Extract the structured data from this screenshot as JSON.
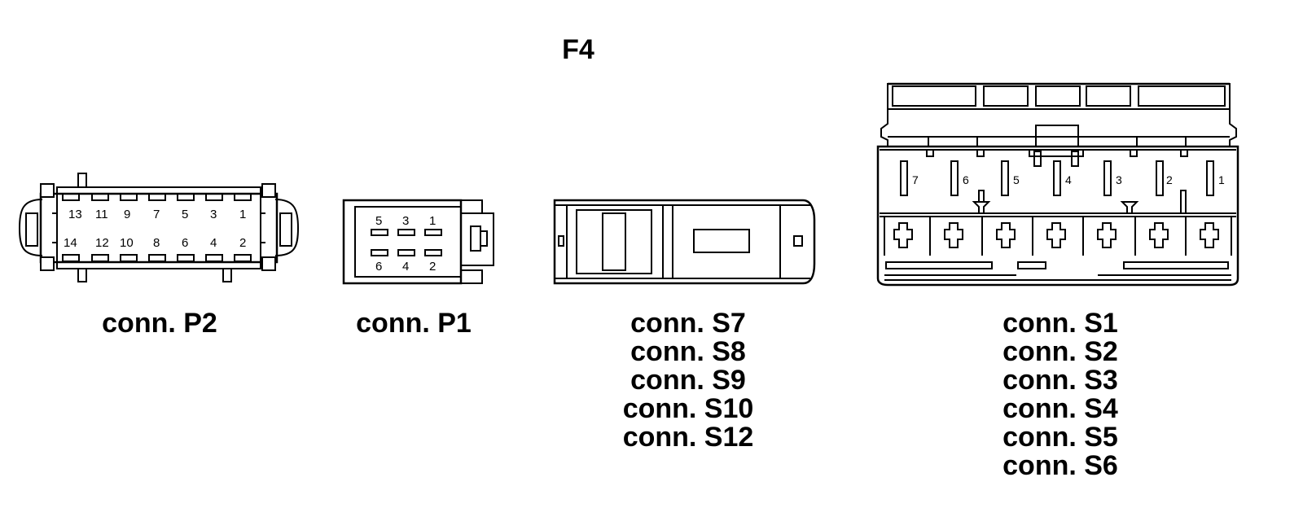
{
  "diagram": {
    "title": "F4",
    "connectors": [
      {
        "id": "p2",
        "labels": [
          "conn. P2"
        ],
        "pins_top": [
          "13",
          "11",
          "9",
          "7",
          "5",
          "3",
          "1"
        ],
        "pins_bottom": [
          "14",
          "12",
          "10",
          "8",
          "6",
          "4",
          "2"
        ]
      },
      {
        "id": "p1",
        "labels": [
          "conn. P1"
        ],
        "pins_top": [
          "5",
          "3",
          "1"
        ],
        "pins_bottom": [
          "6",
          "4",
          "2"
        ]
      },
      {
        "id": "s7",
        "labels": [
          "conn. S7",
          "conn. S8",
          "conn. S9",
          "conn. S10",
          "conn. S12"
        ]
      },
      {
        "id": "s1",
        "labels": [
          "conn. S1",
          "conn. S2",
          "conn. S3",
          "conn. S4",
          "conn. S5",
          "conn. S6"
        ],
        "pins": [
          "7",
          "6",
          "5",
          "4",
          "3",
          "2",
          "1"
        ]
      }
    ]
  }
}
